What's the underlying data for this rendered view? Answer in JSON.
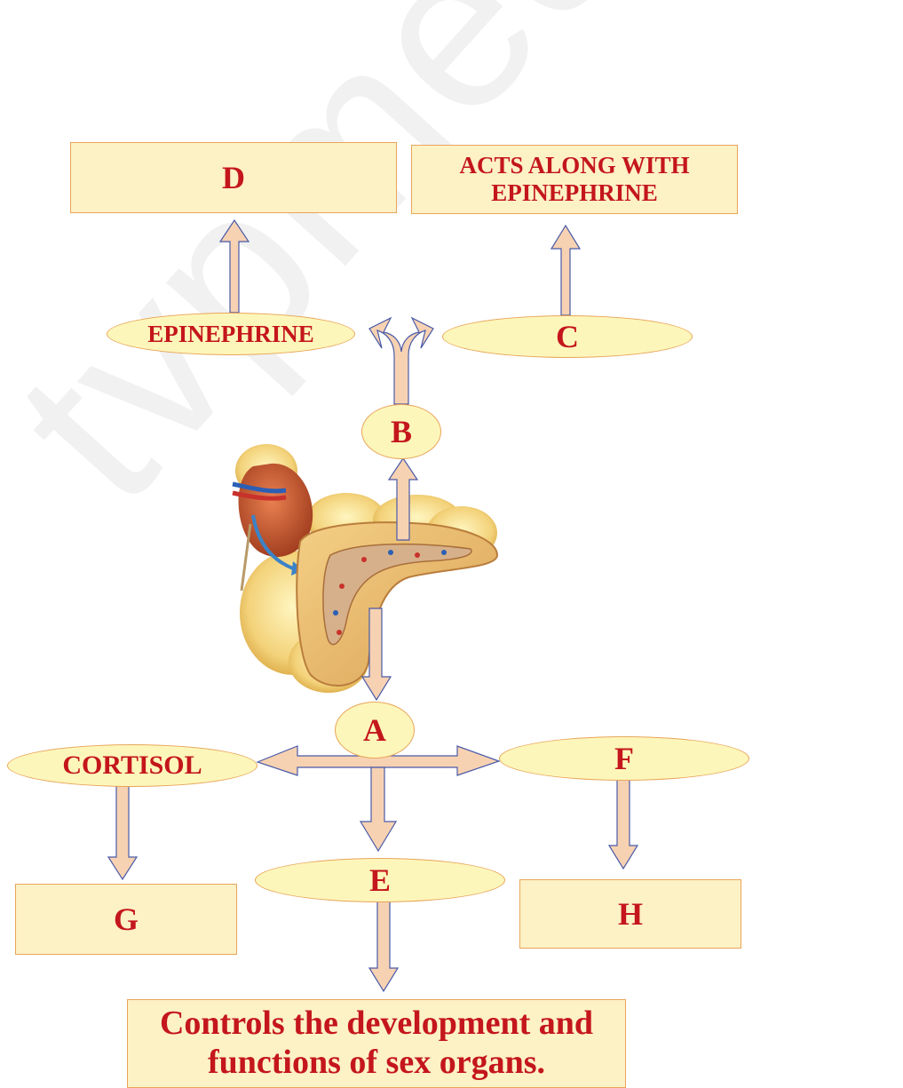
{
  "colors": {
    "box_fill": "#fdf1c6",
    "oval_fill": "#fdf6ba",
    "border": "#e8a55a",
    "text": "#c4161c",
    "arrow_fill": "#f7d2b2",
    "arrow_stroke": "#4a5aa8"
  },
  "boxes": {
    "d": "D",
    "acts_along": "ACTS ALONG WITH EPINEPHRINE",
    "g": "G",
    "h": "H",
    "sex_organs": "Controls the development and functions of sex organs."
  },
  "ovals": {
    "epinephrine": "EPINEPHRINE",
    "c": "C",
    "b": "B",
    "a": "A",
    "cortisol": "CORTISOL",
    "f": "F",
    "e": "E"
  },
  "illustration": {
    "name": "adrenal-gland-icon"
  },
  "watermark": "tvpmedu.blogspot"
}
